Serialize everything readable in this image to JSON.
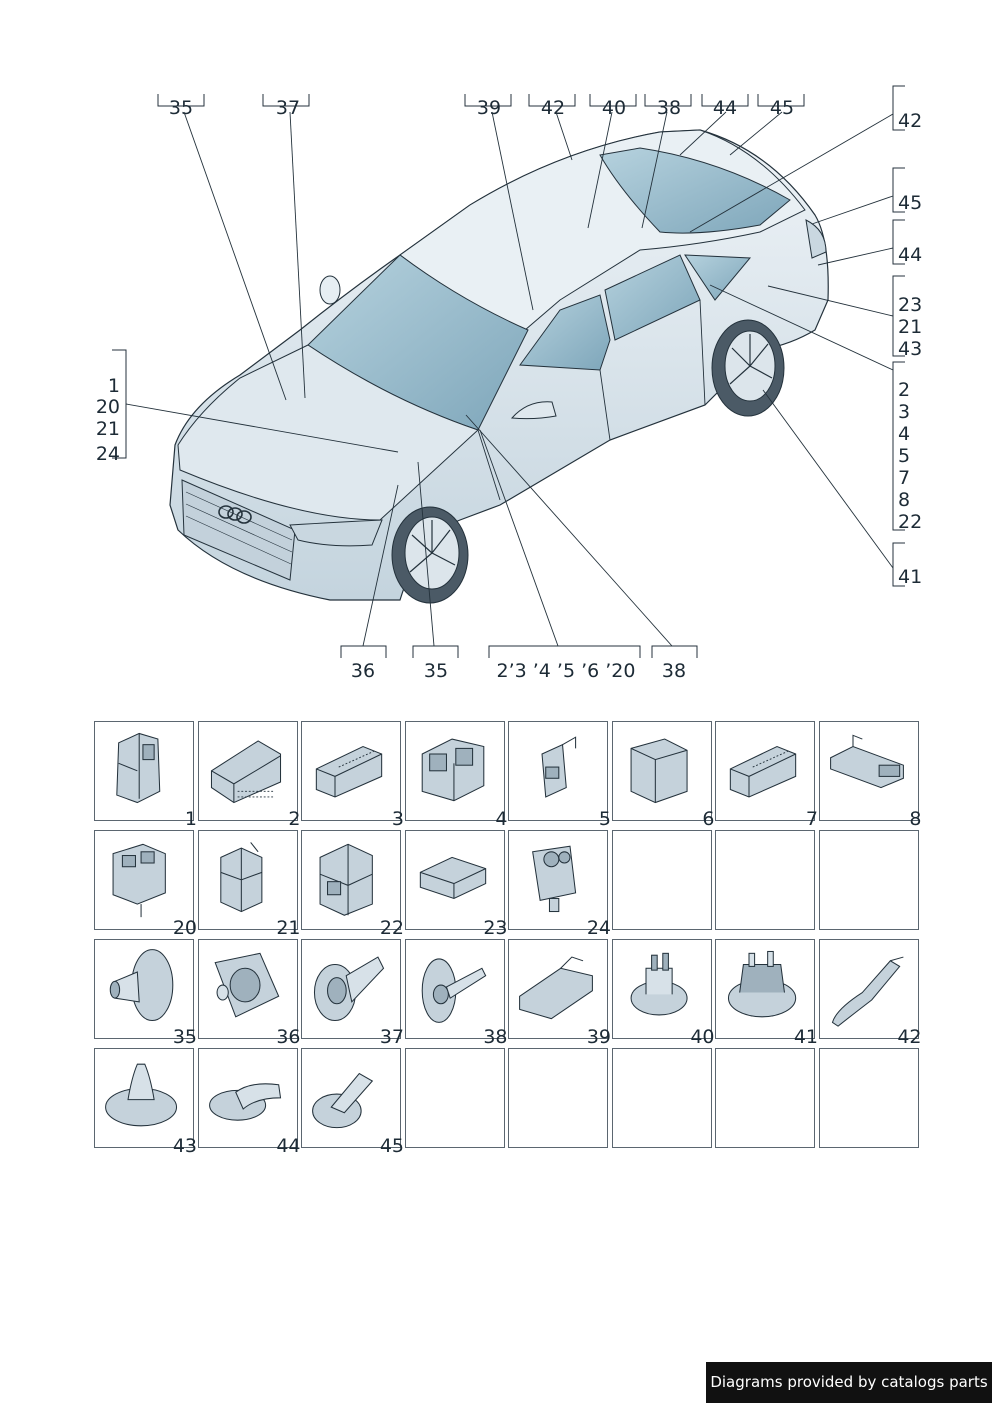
{
  "callouts": {
    "top": [
      "35",
      "37",
      "39",
      "42",
      "40",
      "38",
      "44",
      "45"
    ],
    "right": {
      "r1": "42",
      "r2": "45",
      "r3": "44",
      "r4": [
        "23",
        "21",
        "43"
      ],
      "r5": [
        "2",
        "3",
        "4",
        "5",
        "7",
        "8",
        "22"
      ],
      "r6": "41"
    },
    "left": [
      "1",
      "20",
      "21",
      "24"
    ],
    "bottom": [
      "36",
      "35",
      "2’3 ’4 ’5 ’6 ’20",
      "38"
    ]
  },
  "parts": [
    {
      "num": "1",
      "icon": "connector-housing-tall"
    },
    {
      "num": "2",
      "icon": "connector-flat-multipin"
    },
    {
      "num": "3",
      "icon": "connector-multipin-block"
    },
    {
      "num": "4",
      "icon": "relay-socket-block"
    },
    {
      "num": "5",
      "icon": "connector-small-latch"
    },
    {
      "num": "6",
      "icon": "connector-housing-box"
    },
    {
      "num": "7",
      "icon": "connector-multipin-block"
    },
    {
      "num": "8",
      "icon": "connector-rail-flat"
    },
    {
      "num": "20",
      "icon": "connector-housing-square"
    },
    {
      "num": "21",
      "icon": "connector-housing-latched"
    },
    {
      "num": "22",
      "icon": "connector-housing-latched-large"
    },
    {
      "num": "23",
      "icon": "connector-slim-plug"
    },
    {
      "num": "24",
      "icon": "connector-round-plug"
    },
    {
      "num": "",
      "icon": ""
    },
    {
      "num": "",
      "icon": ""
    },
    {
      "num": "",
      "icon": ""
    },
    {
      "num": "35",
      "icon": "grommet-large-conical"
    },
    {
      "num": "36",
      "icon": "grommet-square-flange"
    },
    {
      "num": "37",
      "icon": "grommet-round-bellows"
    },
    {
      "num": "38",
      "icon": "grommet-oval-tube"
    },
    {
      "num": "39",
      "icon": "grommet-flat-channel"
    },
    {
      "num": "40",
      "icon": "grommet-multi-port"
    },
    {
      "num": "41",
      "icon": "grommet-multi-port-large"
    },
    {
      "num": "42",
      "icon": "grommet-hose-long"
    },
    {
      "num": "43",
      "icon": "grommet-round-dome"
    },
    {
      "num": "44",
      "icon": "grommet-flat-elbow"
    },
    {
      "num": "45",
      "icon": "grommet-angled-tube"
    },
    {
      "num": "",
      "icon": ""
    },
    {
      "num": "",
      "icon": ""
    },
    {
      "num": "",
      "icon": ""
    },
    {
      "num": "",
      "icon": ""
    },
    {
      "num": "",
      "icon": ""
    }
  ],
  "footer": "Diagrams provided by catalogs parts",
  "colors": {
    "body_light": "#e6eef3",
    "body_shade": "#c9d8e1",
    "glass": "#9fc0d0",
    "glass_dark": "#7fa7bb",
    "line": "#24323c",
    "part_fill": "#c5d2db"
  }
}
